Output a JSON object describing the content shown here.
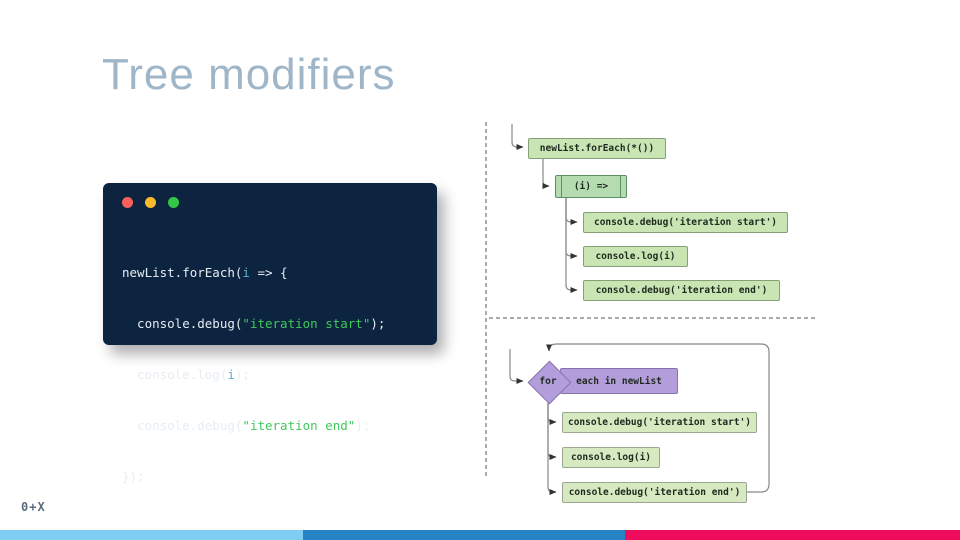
{
  "slide": {
    "title": "Tree modifiers",
    "logo_text": "0+X"
  },
  "colors": {
    "title": "#9fb6c9",
    "code_bg": "#0d2440",
    "code_plain": "#e6edf3",
    "code_string": "#3fc95c",
    "code_var": "#61afd1",
    "node_green_top": "#c9e5b4",
    "node_green_bottom": "#d6e9c1",
    "node_purple": "#b39ddb",
    "footer_bar": [
      "#7ecef4",
      "#2484c6",
      "#ef0c5c"
    ]
  },
  "code_block": {
    "window_dots": [
      "red",
      "yellow",
      "green"
    ],
    "lines": [
      {
        "segments": [
          {
            "text": "newList.forEach(",
            "type": "plain"
          },
          {
            "text": "i",
            "type": "var"
          },
          {
            "text": " => {",
            "type": "plain"
          }
        ]
      },
      {
        "segments": [
          {
            "text": "  console.debug(",
            "type": "plain"
          },
          {
            "text": "\"iteration start\"",
            "type": "string"
          },
          {
            "text": ");",
            "type": "plain"
          }
        ]
      },
      {
        "segments": [
          {
            "text": "  console.log(",
            "type": "plain"
          },
          {
            "text": "i",
            "type": "var"
          },
          {
            "text": ");",
            "type": "plain"
          }
        ]
      },
      {
        "segments": [
          {
            "text": "  console.debug(",
            "type": "plain"
          },
          {
            "text": "\"iteration end\"",
            "type": "string"
          },
          {
            "text": ");",
            "type": "plain"
          }
        ]
      },
      {
        "segments": [
          {
            "text": "});",
            "type": "plain"
          }
        ]
      }
    ]
  },
  "flowchart_ast": {
    "root": "newList.forEach(*())",
    "callback": "(i) =>",
    "children": [
      "console.debug('iteration start')",
      "console.log(i)",
      "console.debug('iteration end')"
    ]
  },
  "flowchart_loop": {
    "keyword": "for",
    "condition": "each in newList",
    "children": [
      "console.debug('iteration start')",
      "console.log(i)",
      "console.debug('iteration end')"
    ]
  }
}
